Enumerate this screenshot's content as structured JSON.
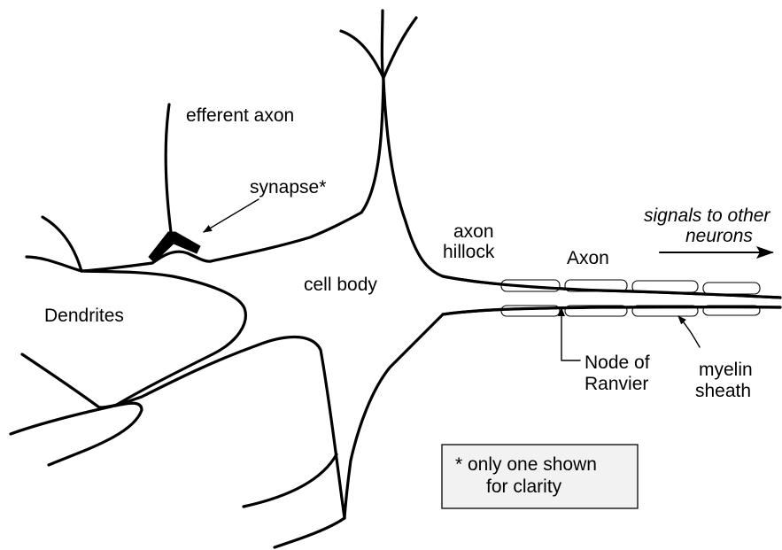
{
  "labels": {
    "efferent_axon": "efferent axon",
    "synapse": "synapse*",
    "dendrites": "Dendrites",
    "cell_body": "cell body",
    "axon_hillock_line1": "axon",
    "axon_hillock_line2": "hillock",
    "axon": "Axon",
    "signals_line1": "signals to other",
    "signals_line2": "neurons",
    "node_line1": "Node of",
    "node_line2": "Ranvier",
    "myelin_line1": "myelin",
    "myelin_line2": "sheath"
  },
  "note": {
    "line1": "* only one shown",
    "line2": "for clarity"
  }
}
